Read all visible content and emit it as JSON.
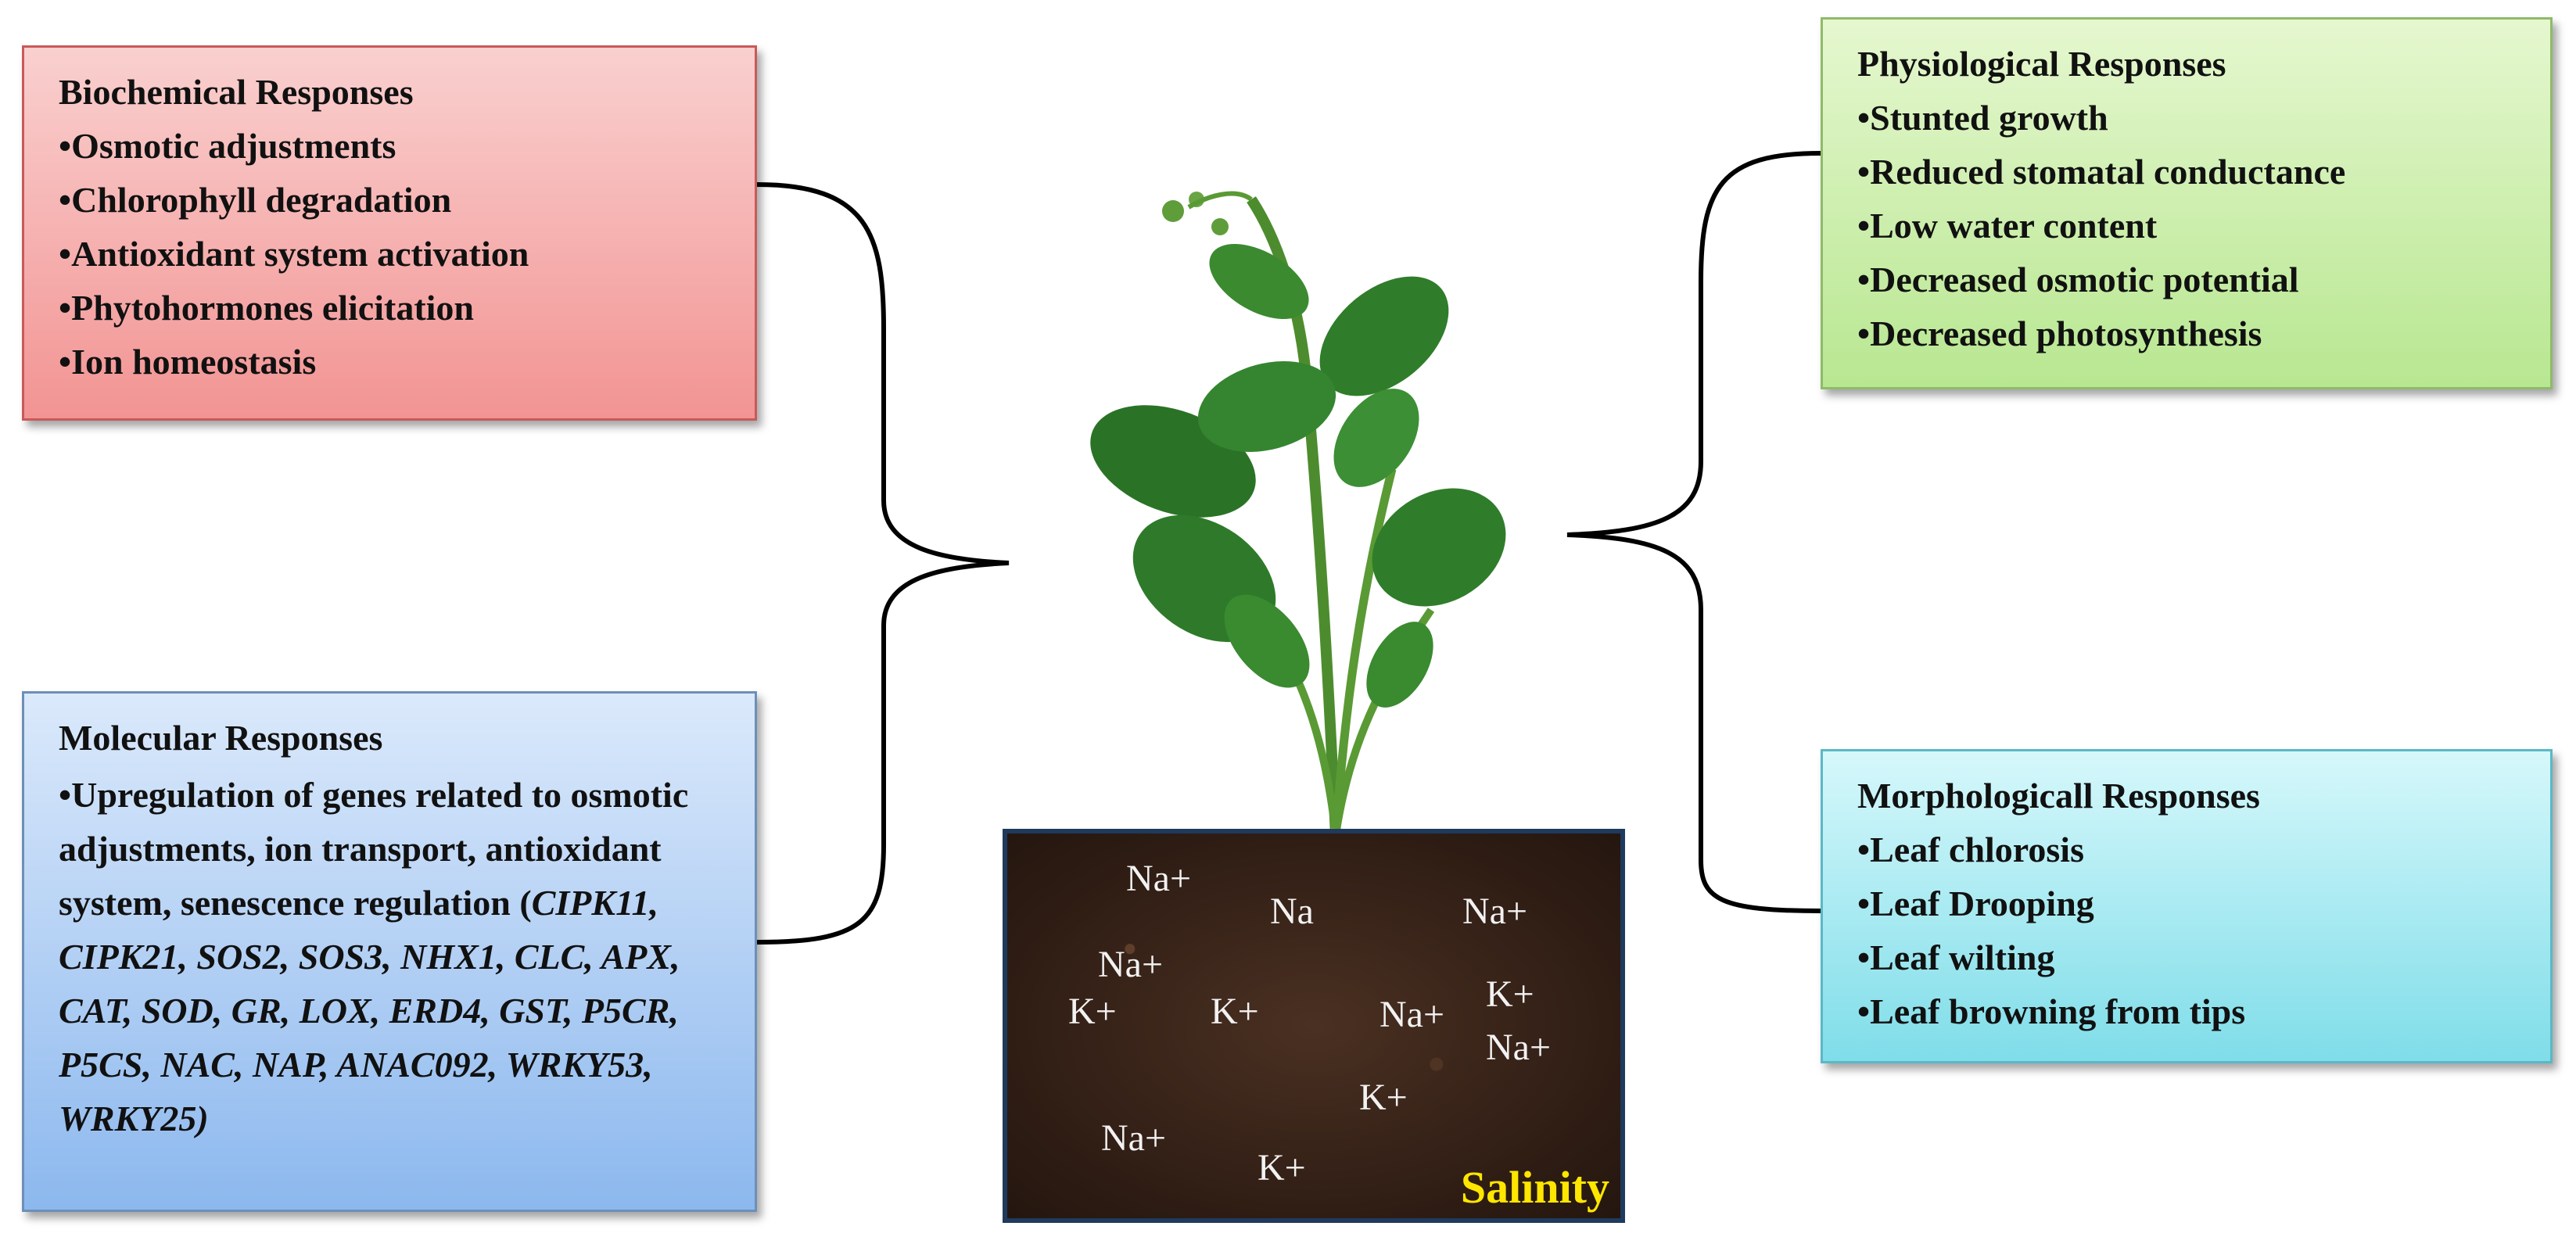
{
  "biochemical": {
    "title": "Biochemical Responses",
    "items": [
      "Osmotic adjustments",
      "Chlorophyll degradation",
      "Antioxidant system activation",
      "Phytohormones elicitation",
      "Ion homeostasis"
    ]
  },
  "molecular": {
    "title": "Molecular Responses",
    "text": "•Upregulation of genes related to osmotic adjustments, ion transport, antioxidant system, senescence regulation (",
    "genes": "CIPK11, CIPK21, SOS2, SOS3, NHX1, CLC, APX, CAT, SOD, GR, LOX, ERD4, GST, P5CR, P5CS, NAC, NAP, ANAC092, WRKY53, WRKY25)"
  },
  "physiological": {
    "title": "Physiological Responses",
    "items": [
      "Stunted growth",
      "Reduced stomatal conductance",
      "Low water content",
      "Decreased osmotic potential",
      "Decreased photosynthesis"
    ]
  },
  "morphological": {
    "title": "Morphologicall Responses",
    "items": [
      "Leaf chlorosis",
      "Leaf Drooping",
      "Leaf wilting",
      "Leaf browning from tips"
    ]
  },
  "soil": {
    "ions": [
      "Na+",
      "Na",
      "Na+",
      "Na+",
      "K+",
      "K+",
      "Na+",
      "K+",
      "Na+",
      "K+",
      "Na+",
      "K+"
    ],
    "label": "Salinity"
  },
  "colors": {
    "biochemical_fill": "#f29493",
    "molecular_fill": "#8cb8ee",
    "physiological_fill": "#b8e791",
    "morphological_fill": "#7fdde9",
    "salinity_label": "#ffe600",
    "plant_green": "#2e7d32"
  },
  "icons": [
    "plant-illustration",
    "soil-illustration",
    "left-brace",
    "right-brace"
  ]
}
